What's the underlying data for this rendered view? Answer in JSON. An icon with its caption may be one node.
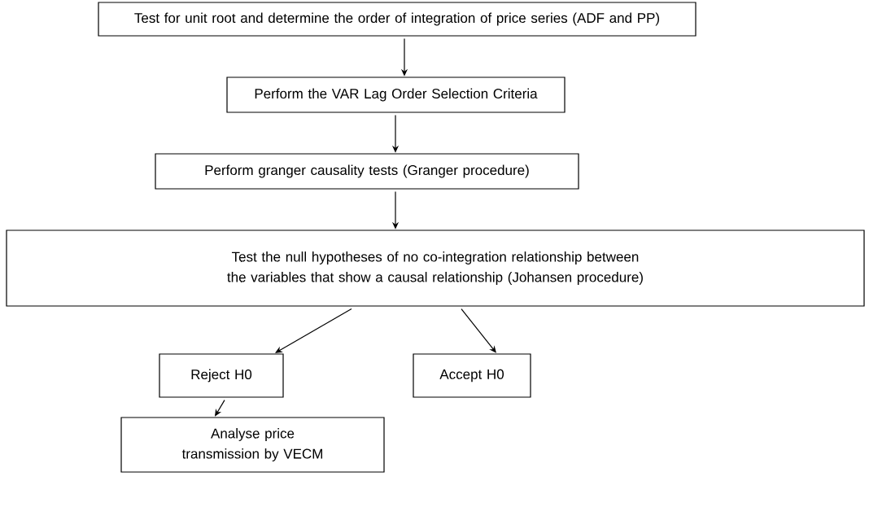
{
  "diagram": {
    "nodes": [
      {
        "text": [
          "Test for unit root and determine the order of integration of price series (ADF and PP)"
        ]
      },
      {
        "text": [
          "Perform the VAR Lag Order Selection Criteria"
        ]
      },
      {
        "text": [
          "Perform granger causality tests (Granger procedure)"
        ]
      },
      {
        "text": [
          "Test the null hypotheses of no co-integration relationship between the variables that show a causal relationship (Johansen procedure)"
        ]
      },
      {
        "text": [
          "Reject H0"
        ]
      },
      {
        "text": [
          "Accept H0"
        ]
      },
      {
        "text": [
          "Analyse price transmission by VECM"
        ]
      }
    ],
    "edges": [
      {
        "from": 0,
        "to": 1,
        "arrow": "to"
      },
      {
        "from": 1,
        "to": 2,
        "arrow": "to"
      },
      {
        "from": 2,
        "to": 3,
        "arrow": "to"
      },
      {
        "from": 3,
        "to": 4,
        "arrow": "to"
      },
      {
        "from": 3,
        "to": 5,
        "arrow": "to"
      },
      {
        "from": 4,
        "to": 6,
        "arrow": "to"
      }
    ]
  }
}
